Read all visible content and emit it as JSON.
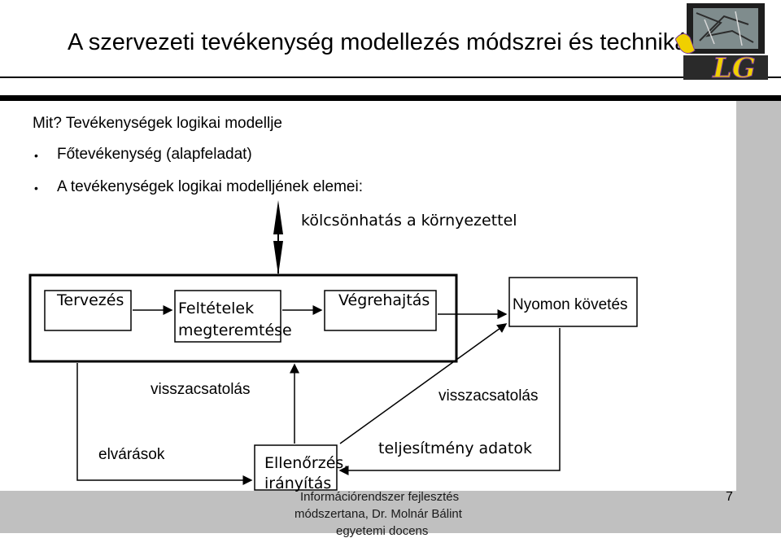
{
  "title": "A  szervezeti tevékenység modellezés módszrei és technikái",
  "intro": "Mit?  Tevékenységek logikai modellje",
  "bullets": [
    "Főtevékenység (alapfeladat)",
    "A tevékenységek logikai modelljének elemei:"
  ],
  "diagram": {
    "env_label": "kölcsönhatás a környezettel",
    "tervezes": "Tervezés",
    "feltetelek_line1": "Feltételek",
    "feltetelek_line2": "megteremtése",
    "vegrehajtas": "Végrehajtás",
    "nyomon": "Nyomon követés",
    "feedback_left": "visszacsatolás",
    "feedback_right": "visszacsatolás",
    "elvarasok": "elvárások",
    "teljesitmeny": "teljesítmény adatok",
    "ellenorzes_line1": "Ellenőrzés,",
    "ellenorzes_line2": "irányítás"
  },
  "footer": {
    "line1": "Információrendszer fejlesztés",
    "line2": "módszertana, Dr. Molnár Bálint",
    "line3": "egyetemi docens"
  },
  "page_number": "7",
  "logo_letters": "LG",
  "colors": {
    "shadow": "#c0c0c0",
    "logo_yellow": "#f0d000",
    "logo_purple": "#7a3a9a"
  }
}
